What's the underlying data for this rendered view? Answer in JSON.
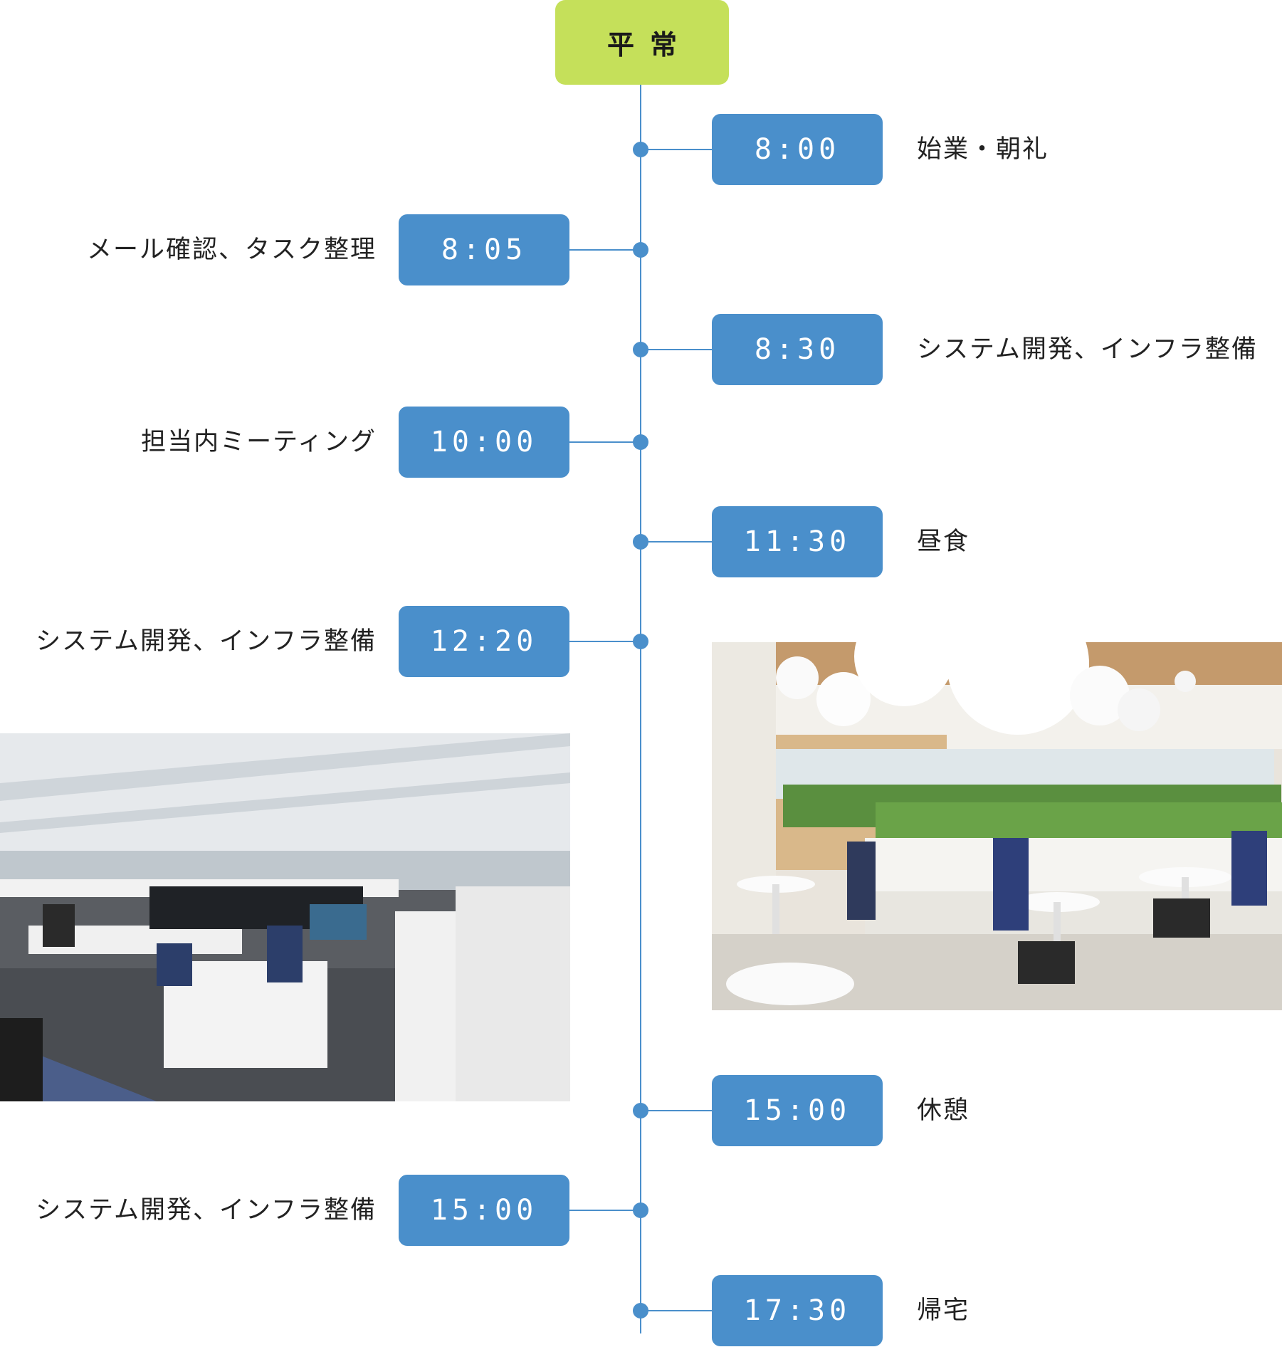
{
  "title": "平常",
  "schedule": [
    {
      "time": "8:00",
      "activity": "始業・朝礼",
      "side": "right"
    },
    {
      "time": "8:05",
      "activity": "メール確認、タスク整理",
      "side": "left"
    },
    {
      "time": "8:30",
      "activity": "システム開発、インフラ整備",
      "side": "right"
    },
    {
      "time": "10:00",
      "activity": "担当内ミーティング",
      "side": "left"
    },
    {
      "time": "11:30",
      "activity": "昼食",
      "side": "right"
    },
    {
      "time": "12:20",
      "activity": "システム開発、インフラ整備",
      "side": "left"
    },
    {
      "time": "15:00",
      "activity": "休憩",
      "side": "right"
    },
    {
      "time": "15:00",
      "activity": "システム開発、インフラ整備",
      "side": "left"
    },
    {
      "time": "17:30",
      "activity": "帰宅",
      "side": "right"
    }
  ],
  "colors": {
    "accent": "#4a8fcb",
    "title_bg": "#c5e05a"
  }
}
